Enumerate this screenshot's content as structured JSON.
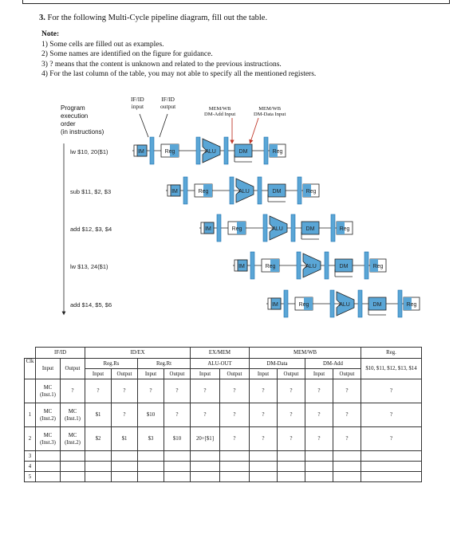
{
  "question": {
    "number": "3.",
    "text": "For the following Multi-Cycle pipeline diagram, fill out the table."
  },
  "note": {
    "heading": "Note:",
    "items": [
      "1)  Some cells are filled out as examples.",
      "2)  Some names are identified on the figure for guidance.",
      "3)  ? means that the content is unknown and related to the previous instructions.",
      "4)  For the last column of the table, you may not able to specify all the mentioned registers."
    ]
  },
  "diagram": {
    "pe_label": [
      "Program",
      "execution",
      "order",
      "(in instructions)"
    ],
    "annotations": {
      "ifid_input": [
        "IF/ID",
        "input"
      ],
      "ifid_output": [
        "IF/ID",
        "output"
      ],
      "memwb_addr": [
        "MEM/WB",
        "DM-Add Input"
      ],
      "memwb_data": [
        "MEM/WB",
        "DM-Data Input"
      ]
    },
    "instructions": [
      "lw $10, 20($1)",
      "sub $11, $2, $3",
      "add $12, $3, $4",
      "lw $13, 24($1)",
      "add $14, $5, $6"
    ],
    "stages": {
      "im": "IM",
      "reg": "Reg",
      "alu": "ALU",
      "dm": "DM",
      "wb": "Reg"
    },
    "colors": {
      "blue": "#5aa6d6",
      "dark": "#1b6fb0",
      "arrow": "#c0392b"
    }
  },
  "table": {
    "groups": {
      "ifid": "IF/ID",
      "idex": "ID/EX",
      "exmem": "EX/MEM",
      "memwb": "MEM/WB",
      "reg": "Reg."
    },
    "clk": "Clk",
    "input": "Input",
    "output": "Output",
    "subgroups": {
      "regrs": "Reg.Rs",
      "regrt": "Reg.Rt",
      "aluout": "ALU-OUT",
      "dmdata": "DM-Data",
      "dmadd": "DM-Add"
    },
    "reg_header": "$10, $11, $12, $13, $14",
    "rows": [
      {
        "clk": "",
        "ifid_in": "MC (Inst.1)",
        "ifid_out": "?",
        "rs_in": "?",
        "rs_out": "?",
        "rt_in": "?",
        "rt_out": "?",
        "alu_in": "?",
        "alu_out": "?",
        "dd_in": "?",
        "dd_out": "?",
        "da_in": "?",
        "da_out": "?",
        "reg": "?"
      },
      {
        "clk": "1",
        "ifid_in": "MC (Inst.2)",
        "ifid_out": "MC (Inst.1)",
        "rs_in": "$1",
        "rs_out": "?",
        "rt_in": "$10",
        "rt_out": "?",
        "alu_in": "?",
        "alu_out": "?",
        "dd_in": "?",
        "dd_out": "?",
        "da_in": "?",
        "da_out": "?",
        "reg": "?"
      },
      {
        "clk": "2",
        "ifid_in": "MC (Inst.3)",
        "ifid_out": "MC (Inst.2)",
        "rs_in": "$2",
        "rs_out": "$1",
        "rt_in": "$3",
        "rt_out": "$10",
        "alu_in": "20+[$1]",
        "alu_out": "?",
        "dd_in": "?",
        "dd_out": "?",
        "da_in": "?",
        "da_out": "?",
        "reg": "?"
      },
      {
        "clk": "3",
        "ifid_in": "",
        "ifid_out": "",
        "rs_in": "",
        "rs_out": "",
        "rt_in": "",
        "rt_out": "",
        "alu_in": "",
        "alu_out": "",
        "dd_in": "",
        "dd_out": "",
        "da_in": "",
        "da_out": "",
        "reg": ""
      },
      {
        "clk": "4",
        "ifid_in": "",
        "ifid_out": "",
        "rs_in": "",
        "rs_out": "",
        "rt_in": "",
        "rt_out": "",
        "alu_in": "",
        "alu_out": "",
        "dd_in": "",
        "dd_out": "",
        "da_in": "",
        "da_out": "",
        "reg": ""
      },
      {
        "clk": "5",
        "ifid_in": "",
        "ifid_out": "",
        "rs_in": "",
        "rs_out": "",
        "rt_in": "",
        "rt_out": "",
        "alu_in": "",
        "alu_out": "",
        "dd_in": "",
        "dd_out": "",
        "da_in": "",
        "da_out": "",
        "reg": ""
      }
    ]
  }
}
